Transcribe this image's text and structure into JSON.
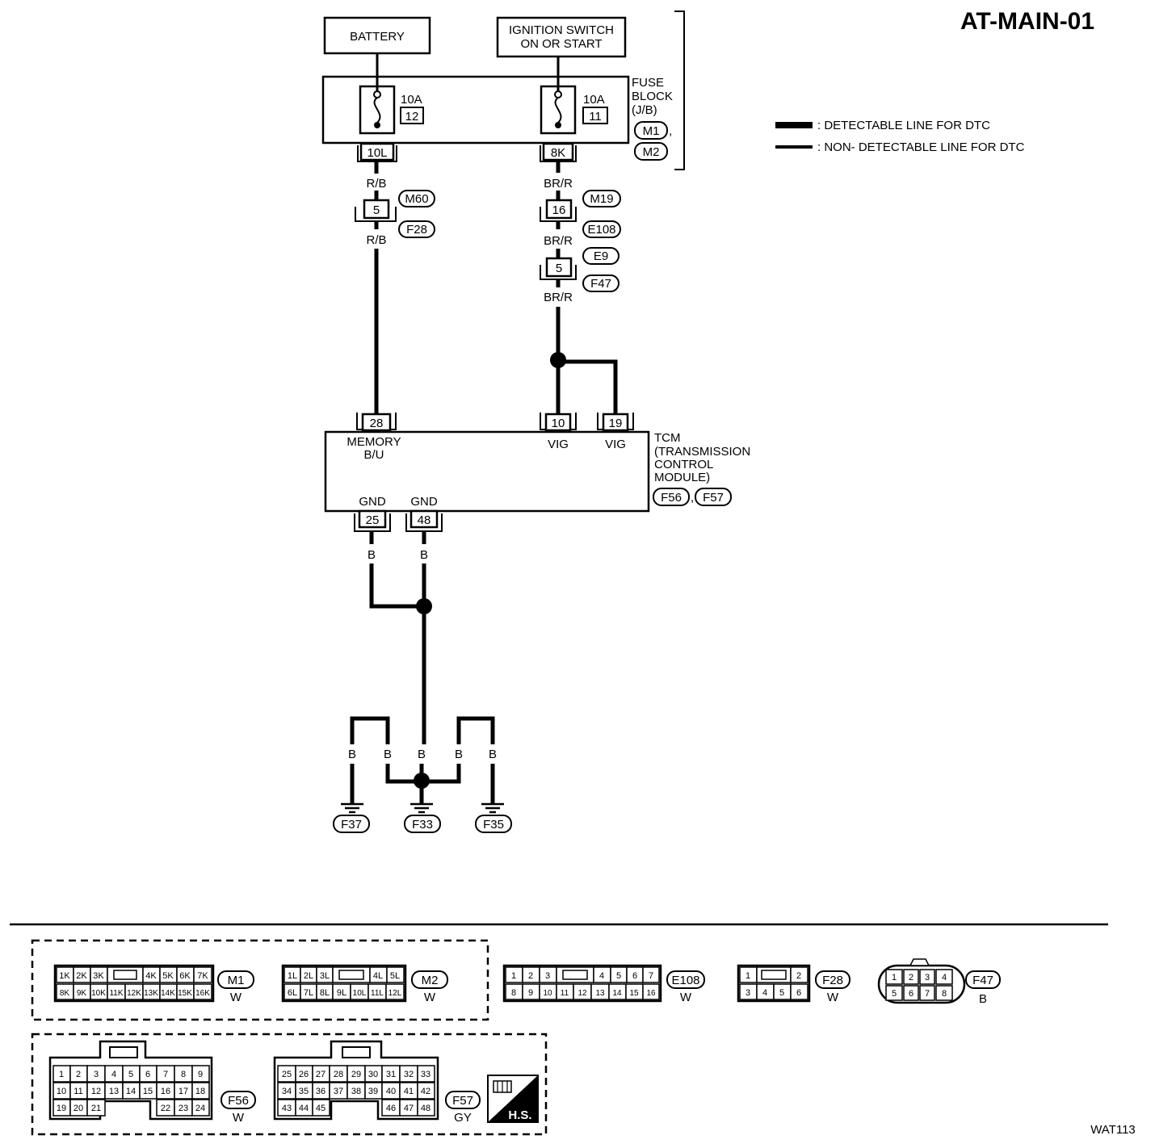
{
  "page": {
    "code": "AT-MAIN-01",
    "figure_id": "WAT113"
  },
  "legend": {
    "detectable": ": DETECTABLE LINE FOR DTC",
    "non_detectable": ": NON- DETECTABLE LINE FOR DTC"
  },
  "sources": {
    "battery": "BATTERY",
    "ignition_line1": "IGNITION SWITCH",
    "ignition_line2": "ON OR START"
  },
  "fuse_block": {
    "label_line1": "FUSE",
    "label_line2": "BLOCK",
    "label_line3": "(J/B)",
    "connectors": [
      "M1",
      "M2"
    ],
    "separator": ",",
    "fuses": [
      {
        "rating": "10A",
        "number": "12",
        "terminal": "10L"
      },
      {
        "rating": "10A",
        "number": "11",
        "terminal": "8K"
      }
    ]
  },
  "wires": {
    "rb": "R/B",
    "brr": "BR/R",
    "b": "B"
  },
  "joint_connectors": {
    "left": {
      "pin": "5",
      "upper": "M60",
      "lower": "F28"
    },
    "right_upper": {
      "pin": "16",
      "upper": "M19",
      "lower": "E108"
    },
    "right_lower": {
      "pin": "5",
      "upper": "E9",
      "lower": "F47"
    }
  },
  "tcm": {
    "label_line1": "TCM",
    "label_line2": "(TRANSMISSION",
    "label_line3": "CONTROL",
    "label_line4": "MODULE)",
    "connectors": [
      "F56",
      "F57"
    ],
    "separator": ",",
    "pins": {
      "memory": {
        "pin": "28",
        "label_line1": "MEMORY",
        "label_line2": "B/U"
      },
      "vig1": {
        "pin": "10",
        "label": "VIG"
      },
      "vig2": {
        "pin": "19",
        "label": "VIG"
      },
      "gnd1": {
        "pin": "25",
        "label": "GND"
      },
      "gnd2": {
        "pin": "48",
        "label": "GND"
      }
    }
  },
  "grounds": [
    "F37",
    "F33",
    "F35"
  ],
  "connector_views": {
    "m1": {
      "id": "M1",
      "color": "W",
      "rows": [
        [
          "1K",
          "2K",
          "3K",
          "",
          "4K",
          "5K",
          "6K",
          "7K"
        ],
        [
          "8K",
          "9K",
          "10K",
          "11K",
          "12K",
          "13K",
          "14K",
          "15K",
          "16K"
        ]
      ]
    },
    "m2": {
      "id": "M2",
      "color": "W",
      "rows": [
        [
          "1L",
          "2L",
          "3L",
          "",
          "4L",
          "5L"
        ],
        [
          "6L",
          "7L",
          "8L",
          "9L",
          "10L",
          "11L",
          "12L"
        ]
      ]
    },
    "e108": {
      "id": "E108",
      "color": "W",
      "rows": [
        [
          "1",
          "2",
          "3",
          "",
          "4",
          "5",
          "6",
          "7"
        ],
        [
          "8",
          "9",
          "10",
          "11",
          "12",
          "13",
          "14",
          "15",
          "16"
        ]
      ]
    },
    "f28": {
      "id": "F28",
      "color": "W",
      "rows": [
        [
          "1",
          "",
          "2"
        ],
        [
          "3",
          "4",
          "5",
          "6"
        ]
      ]
    },
    "f47": {
      "id": "F47",
      "color": "B",
      "rows": [
        [
          "1",
          "2",
          "3",
          "4"
        ],
        [
          "5",
          "6",
          "7",
          "8"
        ]
      ]
    },
    "f56": {
      "id": "F56",
      "color": "W",
      "rows": [
        [
          "1",
          "2",
          "3",
          "4",
          "5",
          "6",
          "7",
          "8",
          "9"
        ],
        [
          "10",
          "11",
          "12",
          "13",
          "14",
          "15",
          "16",
          "17",
          "18"
        ],
        [
          "19",
          "20",
          "21",
          "22",
          "23",
          "24"
        ]
      ]
    },
    "f57": {
      "id": "F57",
      "color": "GY",
      "rows": [
        [
          "25",
          "26",
          "27",
          "28",
          "29",
          "30",
          "31",
          "32",
          "33"
        ],
        [
          "34",
          "35",
          "36",
          "37",
          "38",
          "39",
          "40",
          "41",
          "42"
        ],
        [
          "43",
          "44",
          "45",
          "46",
          "47",
          "48"
        ]
      ]
    },
    "hs_badge": "H.S."
  }
}
